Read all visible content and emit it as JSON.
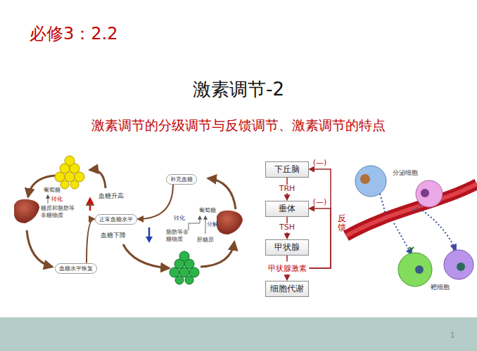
{
  "diagram": {
    "title": "激素调节-2",
    "nodes": [
      {
        "text": [
          "血糖水平恢复"
        ]
      },
      {
        "text": [
          "正常血糖水平"
        ]
      },
      {
        "text": [
          "补充血糖"
        ]
      },
      {
        "text": [
          "下丘脑"
        ]
      },
      {
        "text": [
          "垂体"
        ]
      },
      {
        "text": [
          "甲状腺"
        ]
      },
      {
        "text": [
          "甲状腺激素"
        ]
      },
      {
        "text": [
          "细胞代谢"
        ]
      }
    ],
    "edges": [
      {
        "from": 0,
        "to": 1,
        "arrow": "to"
      },
      {
        "from": 2,
        "to": 1,
        "arrow": "to"
      },
      {
        "from": 3,
        "to": 4,
        "label": "TRH",
        "arrow": "to"
      },
      {
        "from": 4,
        "to": 5,
        "label": "TSH",
        "arrow": "to"
      },
      {
        "from": 5,
        "to": 6,
        "arrow": "none"
      },
      {
        "from": 6,
        "to": 7,
        "arrow": "to"
      },
      {
        "from": 6,
        "to": 3,
        "label": "(—)",
        "arrow": "to"
      },
      {
        "from": 6,
        "to": 4,
        "label": "(—)",
        "arrow": "to"
      }
    ],
    "labels": [
      "必修3：2.2",
      "激素调节的分级调节与反馈调节、激素调节的特点",
      "葡萄糖",
      "转化",
      "糖原和脂肪等非糖物质",
      "血糖升高",
      "血糖下降",
      "葡萄糖",
      "转化",
      "分解",
      "脂肪等非糖物质",
      "肝糖原",
      "反馈",
      "分泌细胞",
      "靶细胞",
      "1"
    ]
  }
}
